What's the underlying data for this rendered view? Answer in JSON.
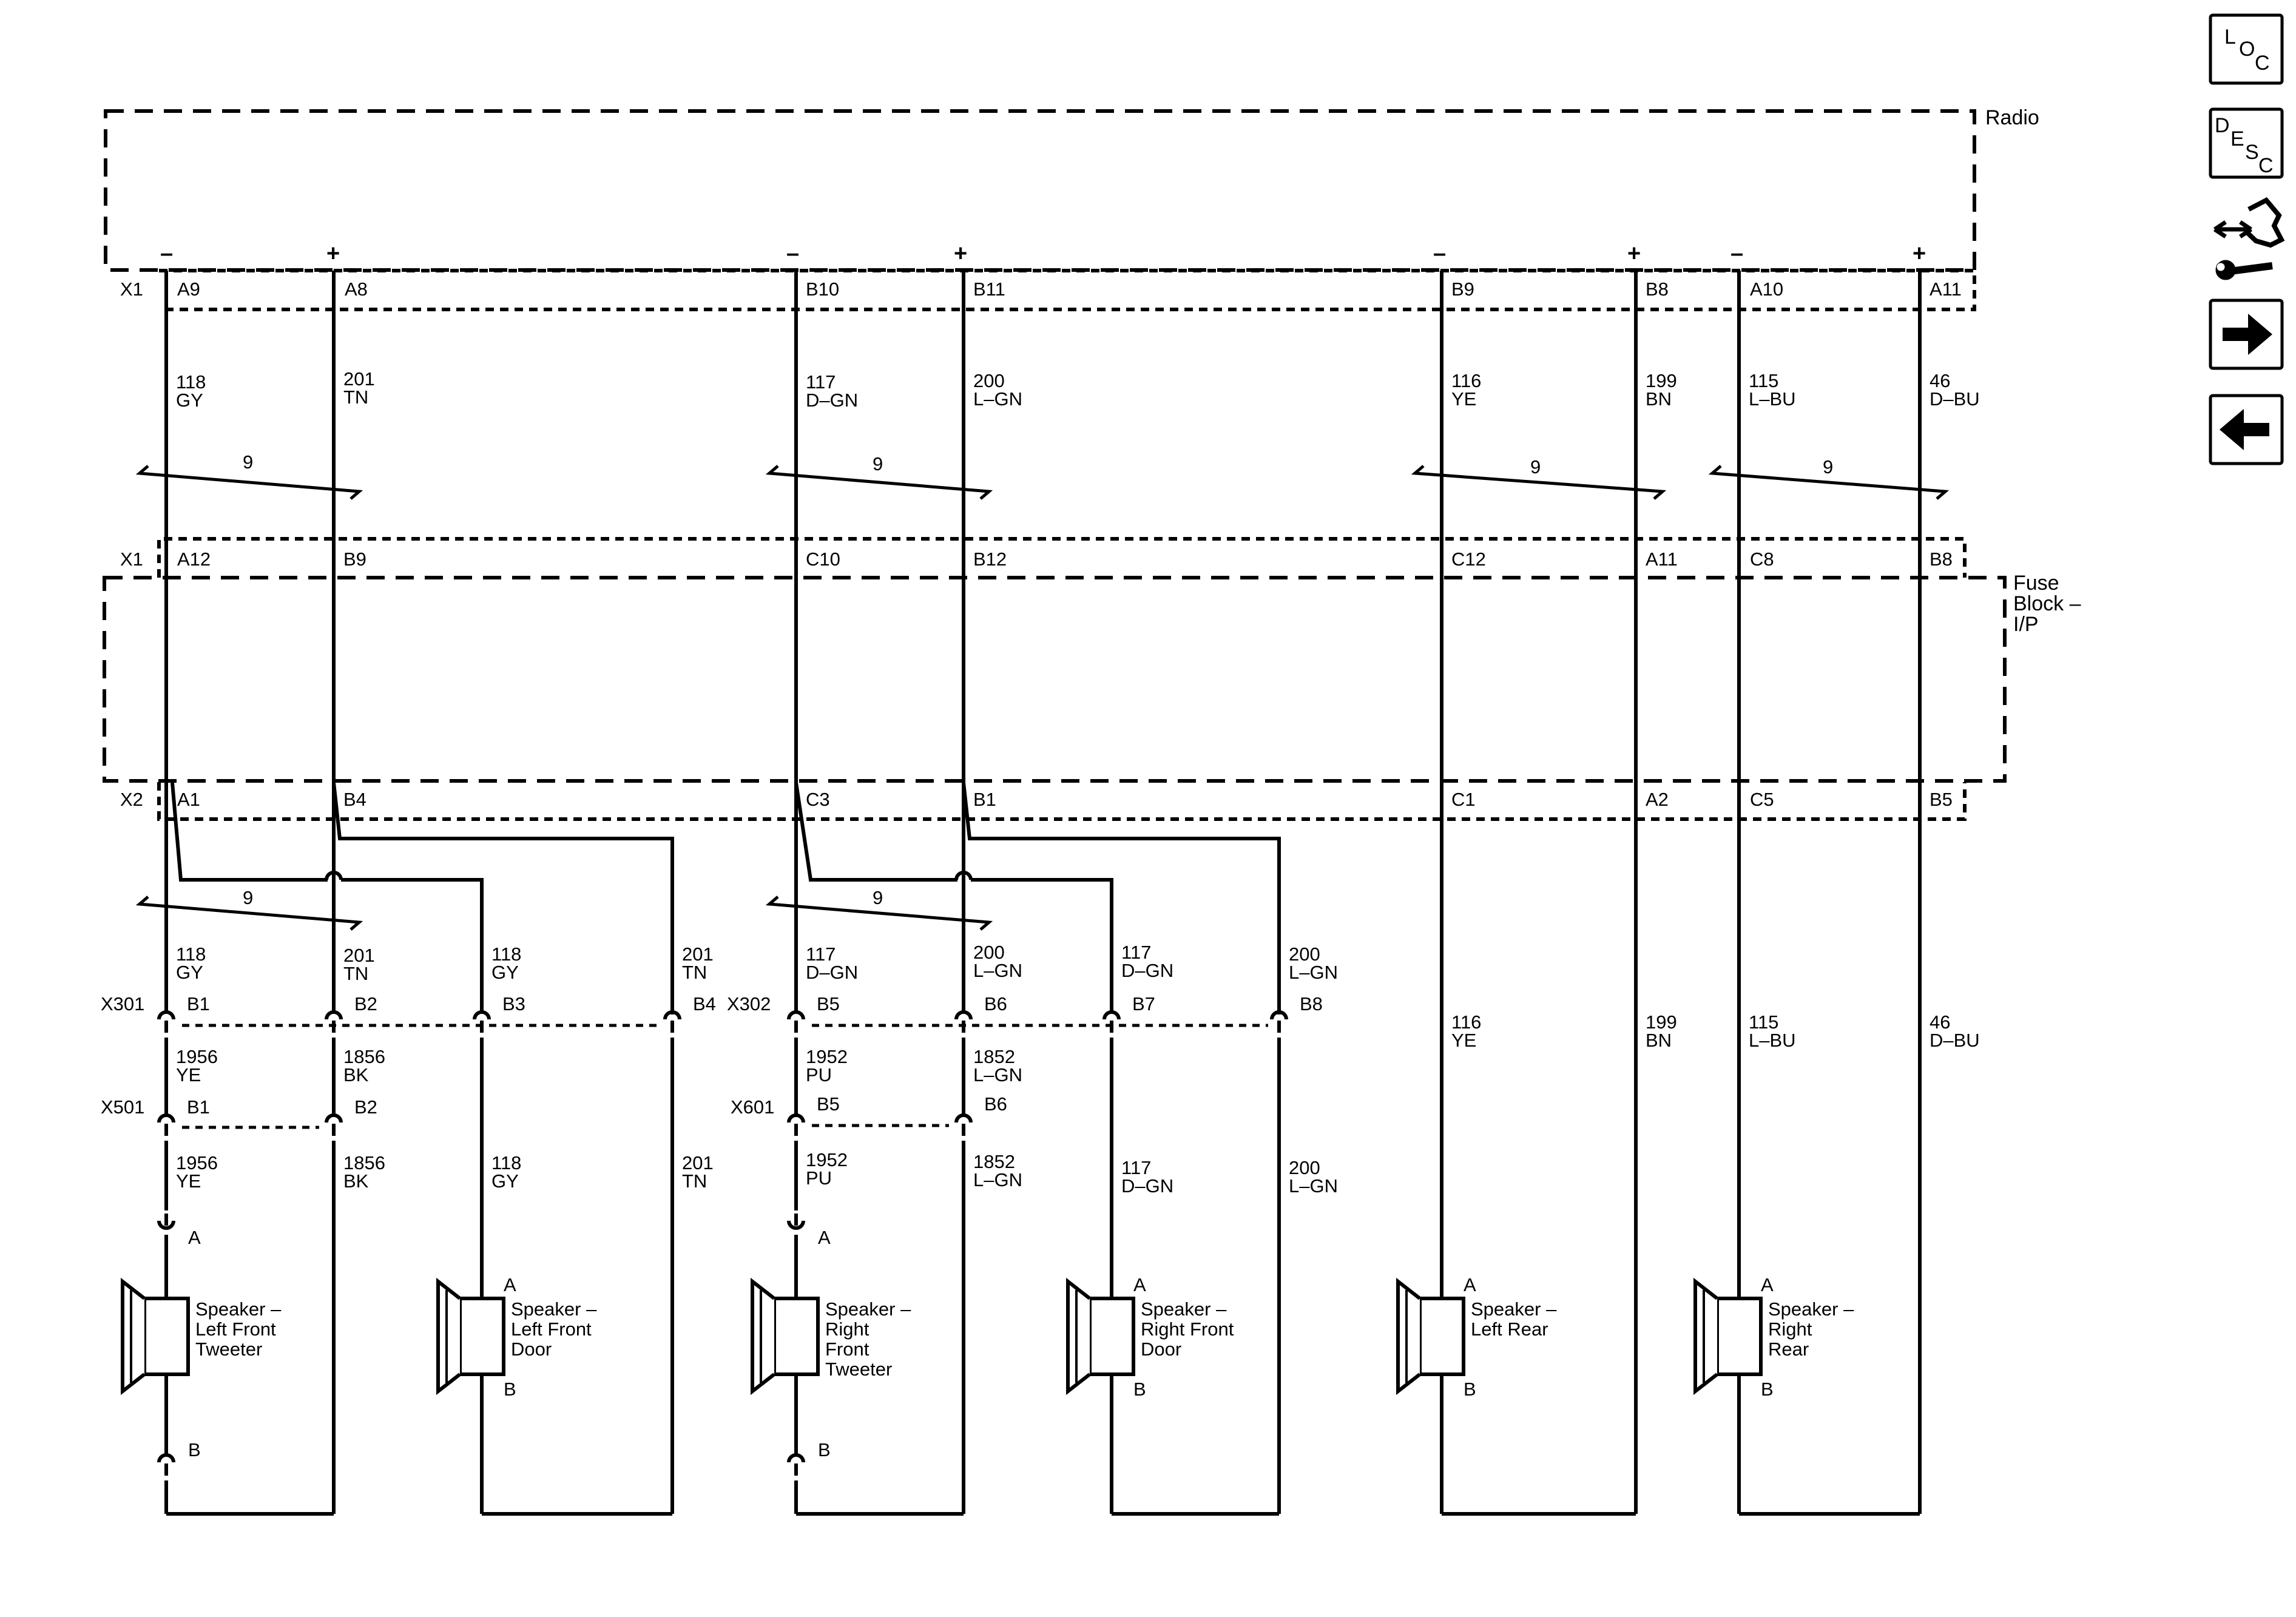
{
  "nav": {
    "loc": {
      "l": "L",
      "o": "O",
      "c": "C"
    },
    "desc": {
      "d": "D",
      "e": "E",
      "s": "S",
      "c": "C"
    },
    "connector_view_icon": "connector-wrench-icon",
    "next_icon": "arrow-right-icon",
    "prev_icon": "arrow-left-icon"
  },
  "radio": {
    "label": "Radio",
    "conn": "X1",
    "minus": "–",
    "plus": "+"
  },
  "fuse_block": {
    "label_1": "Fuse",
    "label_2": "Block –",
    "label_3": "I/P",
    "conn_top": "X1",
    "conn_bottom": "X2"
  },
  "twisted_pair_label": "9",
  "channels": [
    {
      "radio_minus_pin": "A9",
      "radio_plus_pin": "A8",
      "minus_circuit": "118",
      "minus_color": "GY",
      "plus_circuit": "201",
      "plus_color": "TN",
      "fb_x1_minus": "A12",
      "fb_x1_plus": "B9",
      "fb_x2_minus": "A1",
      "fb_x2_plus": "B4"
    },
    {
      "radio_minus_pin": "B10",
      "radio_plus_pin": "B11",
      "minus_circuit": "117",
      "minus_color": "D–GN",
      "plus_circuit": "200",
      "plus_color": "L–GN",
      "fb_x1_minus": "C10",
      "fb_x1_plus": "B12",
      "fb_x2_minus": "C3",
      "fb_x2_plus": "B1"
    },
    {
      "radio_minus_pin": "B9",
      "radio_plus_pin": "B8",
      "minus_circuit": "116",
      "minus_color": "YE",
      "plus_circuit": "199",
      "plus_color": "BN",
      "fb_x1_minus": "C12",
      "fb_x1_plus": "A11",
      "fb_x2_minus": "C1",
      "fb_x2_plus": "A2"
    },
    {
      "radio_minus_pin": "A10",
      "radio_plus_pin": "A11",
      "minus_circuit": "115",
      "minus_color": "L–BU",
      "plus_circuit": "46",
      "plus_color": "D–BU",
      "fb_x1_minus": "C8",
      "fb_x1_plus": "B8",
      "fb_x2_minus": "C5",
      "fb_x2_plus": "B5"
    }
  ],
  "inline_connectors": [
    {
      "name": "X301",
      "pins": [
        "B1",
        "B2",
        "B3",
        "B4"
      ]
    },
    {
      "name": "X302",
      "pins": [
        "B5",
        "B6",
        "B7",
        "B8"
      ]
    },
    {
      "name": "X501",
      "pins": [
        "B1",
        "B2"
      ]
    },
    {
      "name": "X601",
      "pins": [
        "B5",
        "B6"
      ]
    }
  ],
  "lower_wires": {
    "lf_tw_minus": {
      "c": "1956",
      "col": "YE"
    },
    "lf_tw_plus": {
      "c": "1856",
      "col": "BK"
    },
    "rf_tw_minus": {
      "c": "1952",
      "col": "PU"
    },
    "rf_tw_plus": {
      "c": "1852",
      "col": "L–GN"
    }
  },
  "speakers": [
    {
      "l1": "Speaker –",
      "l2": "Left Front",
      "l3": "Tweeter",
      "l4": "",
      "pin_a": "A",
      "pin_b": "B"
    },
    {
      "l1": "Speaker –",
      "l2": "Left Front",
      "l3": "Door",
      "l4": "",
      "pin_a": "A",
      "pin_b": "B"
    },
    {
      "l1": "Speaker –",
      "l2": "Right",
      "l3": "Front",
      "l4": "Tweeter",
      "pin_a": "A",
      "pin_b": "B"
    },
    {
      "l1": "Speaker –",
      "l2": "Right Front",
      "l3": "Door",
      "l4": "",
      "pin_a": "A",
      "pin_b": "B"
    },
    {
      "l1": "Speaker –",
      "l2": "Left Rear",
      "l3": "",
      "l4": "",
      "pin_a": "A",
      "pin_b": "B"
    },
    {
      "l1": "Speaker –",
      "l2": "Right",
      "l3": "Rear",
      "l4": "",
      "pin_a": "A",
      "pin_b": "B"
    }
  ]
}
